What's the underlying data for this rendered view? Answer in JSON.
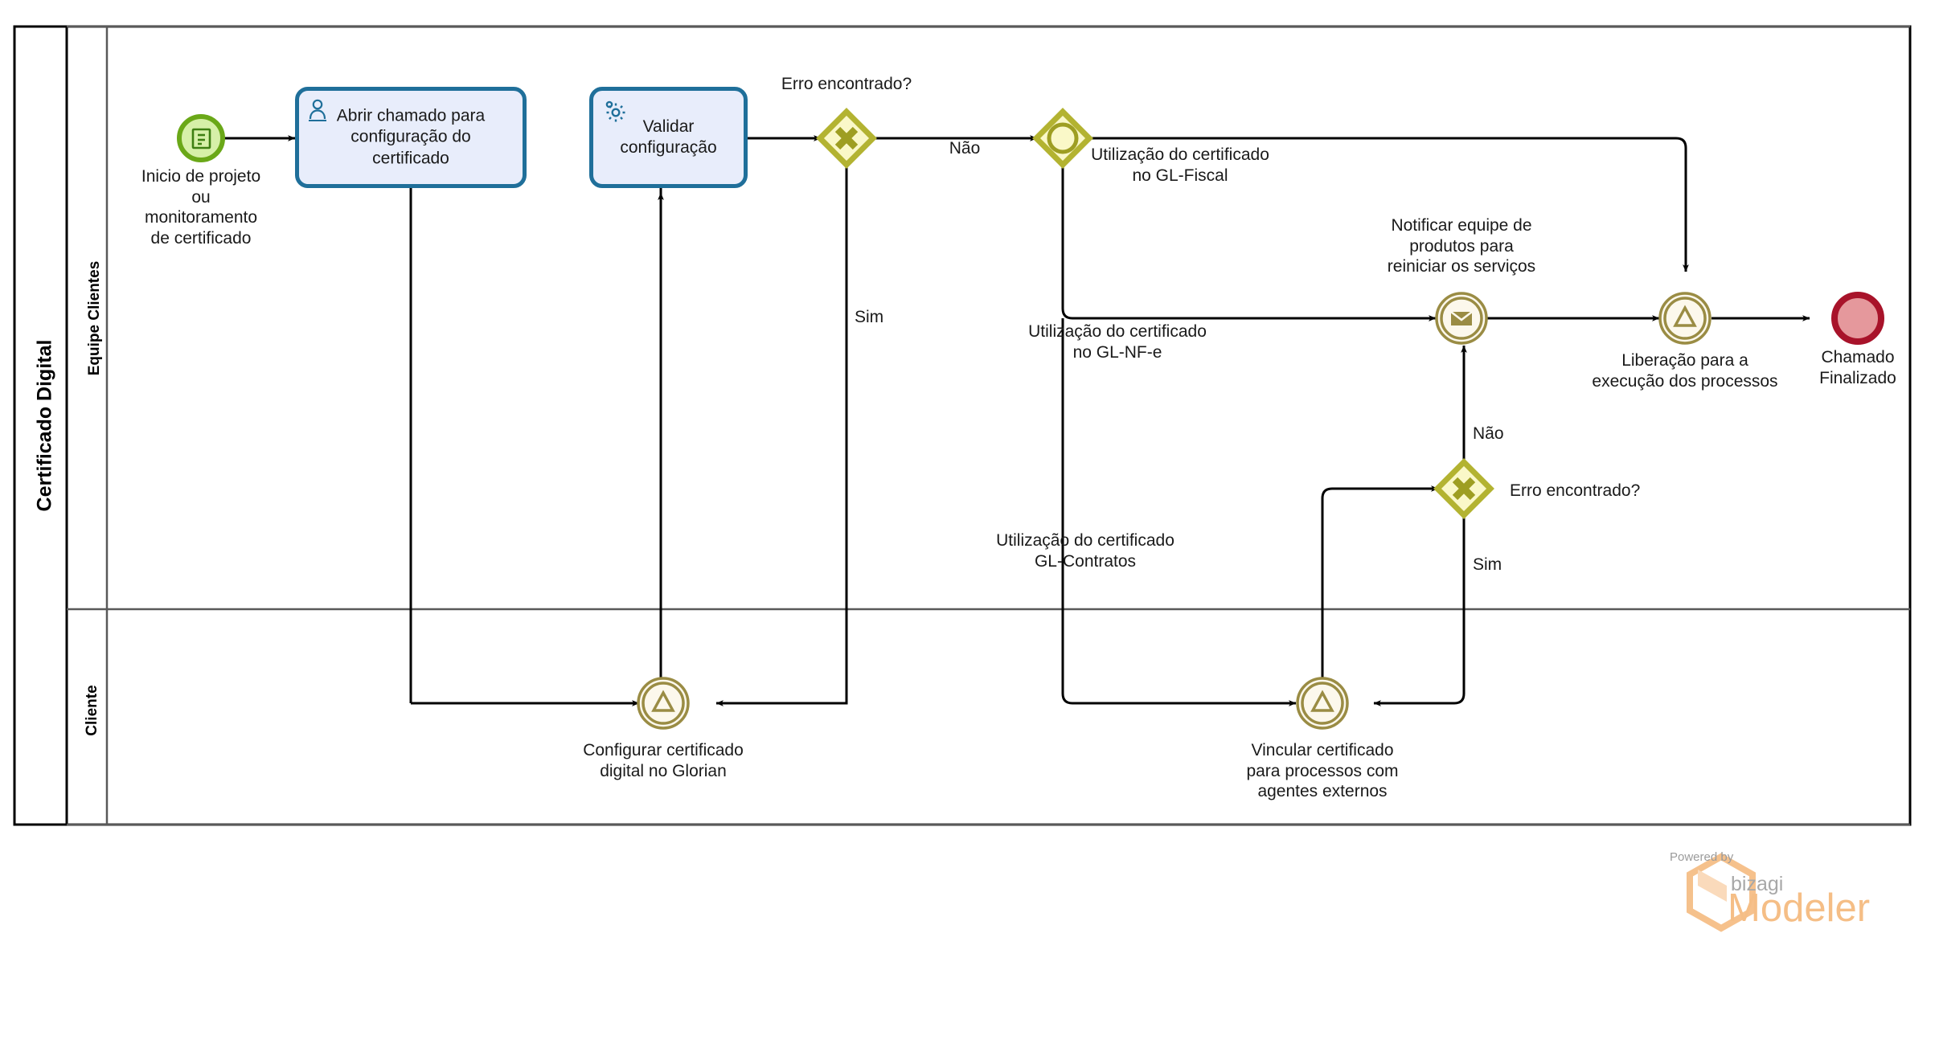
{
  "pool": {
    "title": "Certificado Digital",
    "lanes": [
      {
        "name": "Equipe Clientes"
      },
      {
        "name": "Cliente"
      }
    ]
  },
  "nodes": {
    "start_event": {
      "label": "Inicio de projeto\nou\nmonitoramento\nde certificado",
      "type": "start-event",
      "icon": "form-icon",
      "stroke": "#6AA818",
      "fill": "#D6F0A8"
    },
    "task_abrir": {
      "label": "Abrir chamado para\nconfiguração do\ncertificado",
      "type": "user-task",
      "icon": "user-icon",
      "stroke": "#1F6F9A",
      "fill": "#E8EDFB"
    },
    "task_validar": {
      "label": "Validar\nconfiguração",
      "type": "service-task",
      "icon": "gear-icon",
      "stroke": "#1F6F9A",
      "fill": "#E8EDFB"
    },
    "gateway_erro_1": {
      "label": "Erro encontrado?",
      "type": "exclusive-gateway",
      "stroke": "#B3B331",
      "fill": "#FAF8C8"
    },
    "gateway_inclusive": {
      "label": "",
      "type": "inclusive-gateway",
      "stroke": "#B3B331",
      "fill": "#FAF8C8"
    },
    "event_notificar": {
      "label": "Notificar equipe de\nprodutos para\nreiniciar os serviços",
      "type": "message-intermediate-event",
      "icon": "envelope-icon",
      "stroke": "#9A8C44",
      "fill": "#FCF8EC"
    },
    "event_liberacao": {
      "label": "Liberação para a\nexecução dos processos",
      "type": "signal-intermediate-event",
      "icon": "signal-triangle-icon",
      "stroke": "#9A8C44",
      "fill": "#FCF8EC"
    },
    "end_event": {
      "label": "Chamado\nFinalizado",
      "type": "end-event",
      "stroke": "#A8132A",
      "fill": "#E5989C"
    },
    "gateway_erro_2": {
      "label": "Erro encontrado?",
      "type": "exclusive-gateway",
      "stroke": "#B3B331",
      "fill": "#FAF8C8"
    },
    "event_configurar": {
      "label": "Configurar certificado\ndigital no Glorian",
      "type": "signal-intermediate-event",
      "icon": "signal-triangle-icon",
      "stroke": "#9A8C44",
      "fill": "#FCF8EC"
    },
    "event_vincular": {
      "label": "Vincular certificado\npara processos com\nagentes externos",
      "type": "signal-intermediate-event",
      "icon": "signal-triangle-icon",
      "stroke": "#9A8C44",
      "fill": "#FCF8EC"
    }
  },
  "flow_labels": {
    "nao_1": "Não",
    "sim_1": "Sim",
    "gl_fiscal": "Utilização do certificado\nno GL-Fiscal",
    "gl_nfe": "Utilização do certificado\nno GL-NF-e",
    "gl_contratos": "Utilização do certificado\nGL-Contratos",
    "nao_2": "Não",
    "sim_2": "Sim"
  },
  "branding": {
    "powered_by": "Powered by",
    "bizagi": "bizagi",
    "modeler": "Modeler"
  },
  "colors": {
    "task_stroke": "#1F6F9A",
    "task_fill": "#E8EDFB",
    "gateway_stroke": "#B3B331",
    "gateway_fill": "#FAF8C8",
    "event_stroke": "#9A8C44",
    "event_fill": "#FCF8EC",
    "start_stroke": "#6AA818",
    "start_fill": "#D6F0A8",
    "end_stroke": "#A8132A",
    "end_fill": "#E5989C",
    "pool_border": "#000000",
    "lane_border": "#595959",
    "flow_line": "#000000",
    "brand_orange": "#F5BE86"
  }
}
